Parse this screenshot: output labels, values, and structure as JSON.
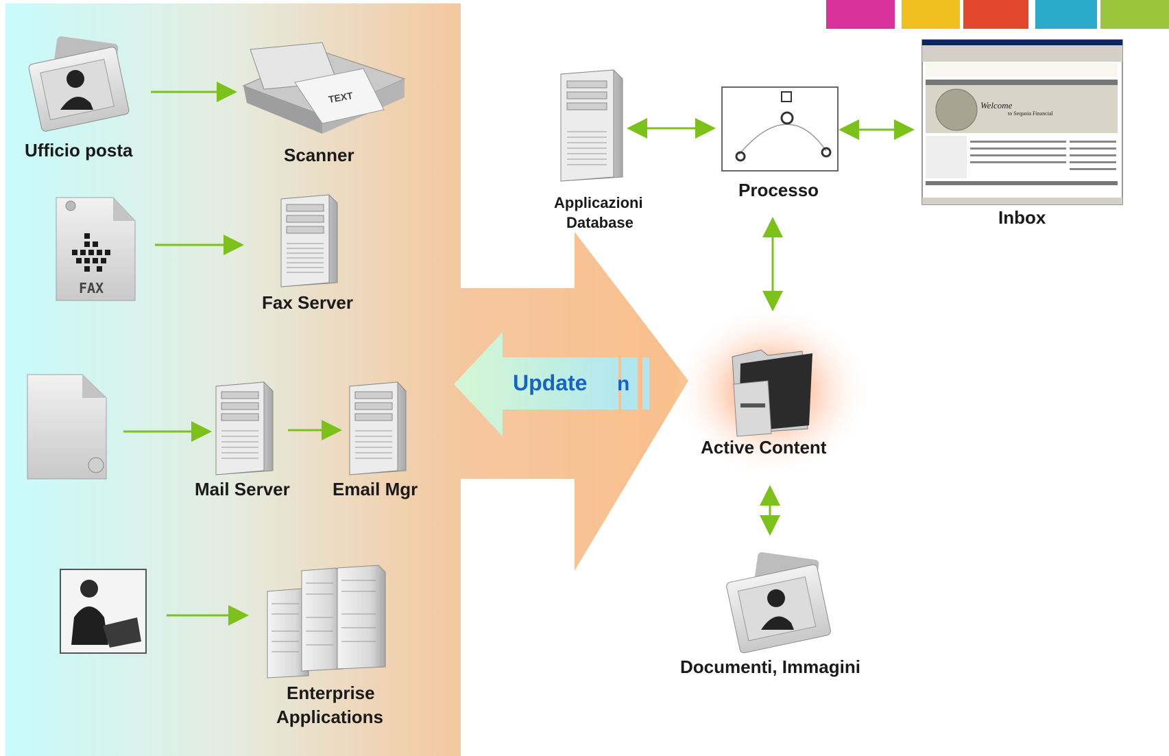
{
  "sources": [
    {
      "label": "Ufficio posta",
      "icon": "photo-document-icon"
    },
    {
      "label": "Scanner",
      "icon": "scanner-icon"
    },
    {
      "label": "Fax Server",
      "icon": "server-icon"
    },
    {
      "label": "Mail Server",
      "icon": "server-icon"
    },
    {
      "label": "Email Mgr",
      "icon": "server-icon"
    },
    {
      "label": "Enterprise",
      "label2": "Applications",
      "icon": "server-cluster-icon"
    }
  ],
  "fax_icon_text": "FAX",
  "update_label": "Update",
  "update_fragment": "n",
  "database": {
    "line1": "Applicazioni",
    "line2": "Database"
  },
  "process_label": "Processo",
  "inbox_label": "Inbox",
  "active_content_label": "Active Content",
  "documents_label": "Documenti, Immagini",
  "colors": {
    "connector": "#7cc01a",
    "left_panel_start": "#c8fbfb",
    "left_panel_end": "#f5c79e",
    "big_arrow": "#f8c08e",
    "update_arrow": "#c6f3c6",
    "update_text": "#1565c0"
  }
}
